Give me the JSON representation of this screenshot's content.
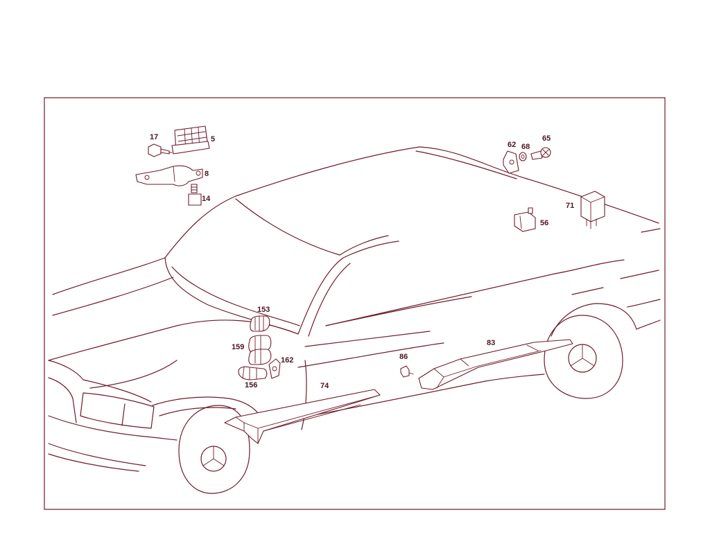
{
  "colors": {
    "line": "#6e1a2a",
    "text": "#4a1520",
    "background": "#ffffff"
  },
  "labels": {
    "p5": "5",
    "p8": "8",
    "p14": "14",
    "p17": "17",
    "p56": "56",
    "p62": "62",
    "p65": "65",
    "p68": "68",
    "p71": "71",
    "p74": "74",
    "p83": "83",
    "p86": "86",
    "p153": "153",
    "p156": "156",
    "p159": "159",
    "p162": "162"
  }
}
